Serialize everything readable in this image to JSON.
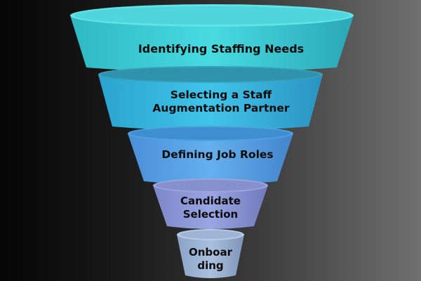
{
  "funnel": {
    "stages": [
      {
        "label": "Identifying Staffing Needs",
        "color": "#3fd0d4"
      },
      {
        "label": "Selecting a Staff\nAugmentation Partner",
        "color": "#37bce0"
      },
      {
        "label": "Defining Job Roles",
        "color": "#5aa6e6"
      },
      {
        "label": "Candidate\nSelection",
        "color": "#8a9ad8"
      },
      {
        "label": "Onboar\nding",
        "color": "#9fb6d6"
      }
    ]
  }
}
